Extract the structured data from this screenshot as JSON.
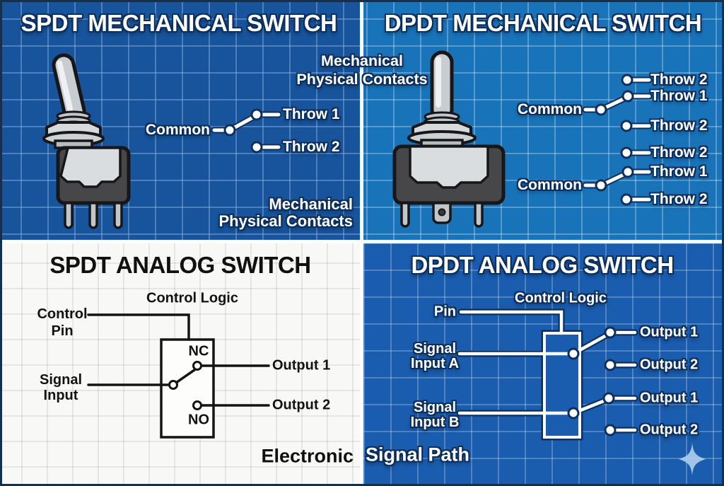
{
  "colors": {
    "blueprint_dark_blue": "#17549c",
    "blueprint_bright_blue": "#1973b9",
    "blueprint_mid_blue": "#1a5cad",
    "paper_white": "#f8f8f6",
    "outline_navy": "#0d2f5e",
    "ink_black": "#141414",
    "line_white": "#ffffff",
    "sparkle_blue": "#a9c9e9"
  },
  "quadrants": {
    "spdt_mechanical": {
      "title": "SPDT MECHANICAL SWITCH",
      "labels": {
        "common": "Common",
        "throw1": "Throw 1",
        "throw2": "Throw 2"
      },
      "caption": {
        "line1": "Mechanical",
        "line2": "Physical Contacts"
      }
    },
    "dpdt_mechanical": {
      "title": "DPDT MECHANICAL SWITCH",
      "pole1": {
        "common": "Common",
        "throw_top": "Throw 2",
        "throw_mid": "Throw 1",
        "throw_bottom": "Throw 2"
      },
      "pole2": {
        "common": "Common",
        "throw_top": "Throw 2",
        "throw_mid": "Throw 1",
        "throw_bottom": "Throw 2"
      }
    },
    "spdt_analog": {
      "title": "SPDT ANALOG SWITCH",
      "control_logic": "Control Logic",
      "control_pin": {
        "line1": "Control",
        "line2": "Pin"
      },
      "signal_input": {
        "line1": "Signal",
        "line2": "Input"
      },
      "nc": "NC",
      "no": "NO",
      "output1": "Output 1",
      "output2": "Output 2"
    },
    "dpdt_analog": {
      "title": "DPDT ANALOG SWITCH",
      "control_logic": "Control Logic",
      "pin": "Pin",
      "input_a": {
        "line1": "Signal",
        "line2": "Input A"
      },
      "input_b": {
        "line1": "Signal",
        "line2": "Input B"
      },
      "pole1": {
        "output1": "Output 1",
        "output2": "Output 2"
      },
      "pole2": {
        "output1": "Output 1",
        "output2": "Output 2"
      }
    }
  },
  "center_caption": {
    "line1": "Mechanical",
    "line2": "Physical Contacts"
  },
  "bottom_caption": {
    "electronic": "Electronic",
    "signal_path": "Signal Path"
  },
  "icons": {
    "sparkle": "four-pointed-sparkle"
  }
}
